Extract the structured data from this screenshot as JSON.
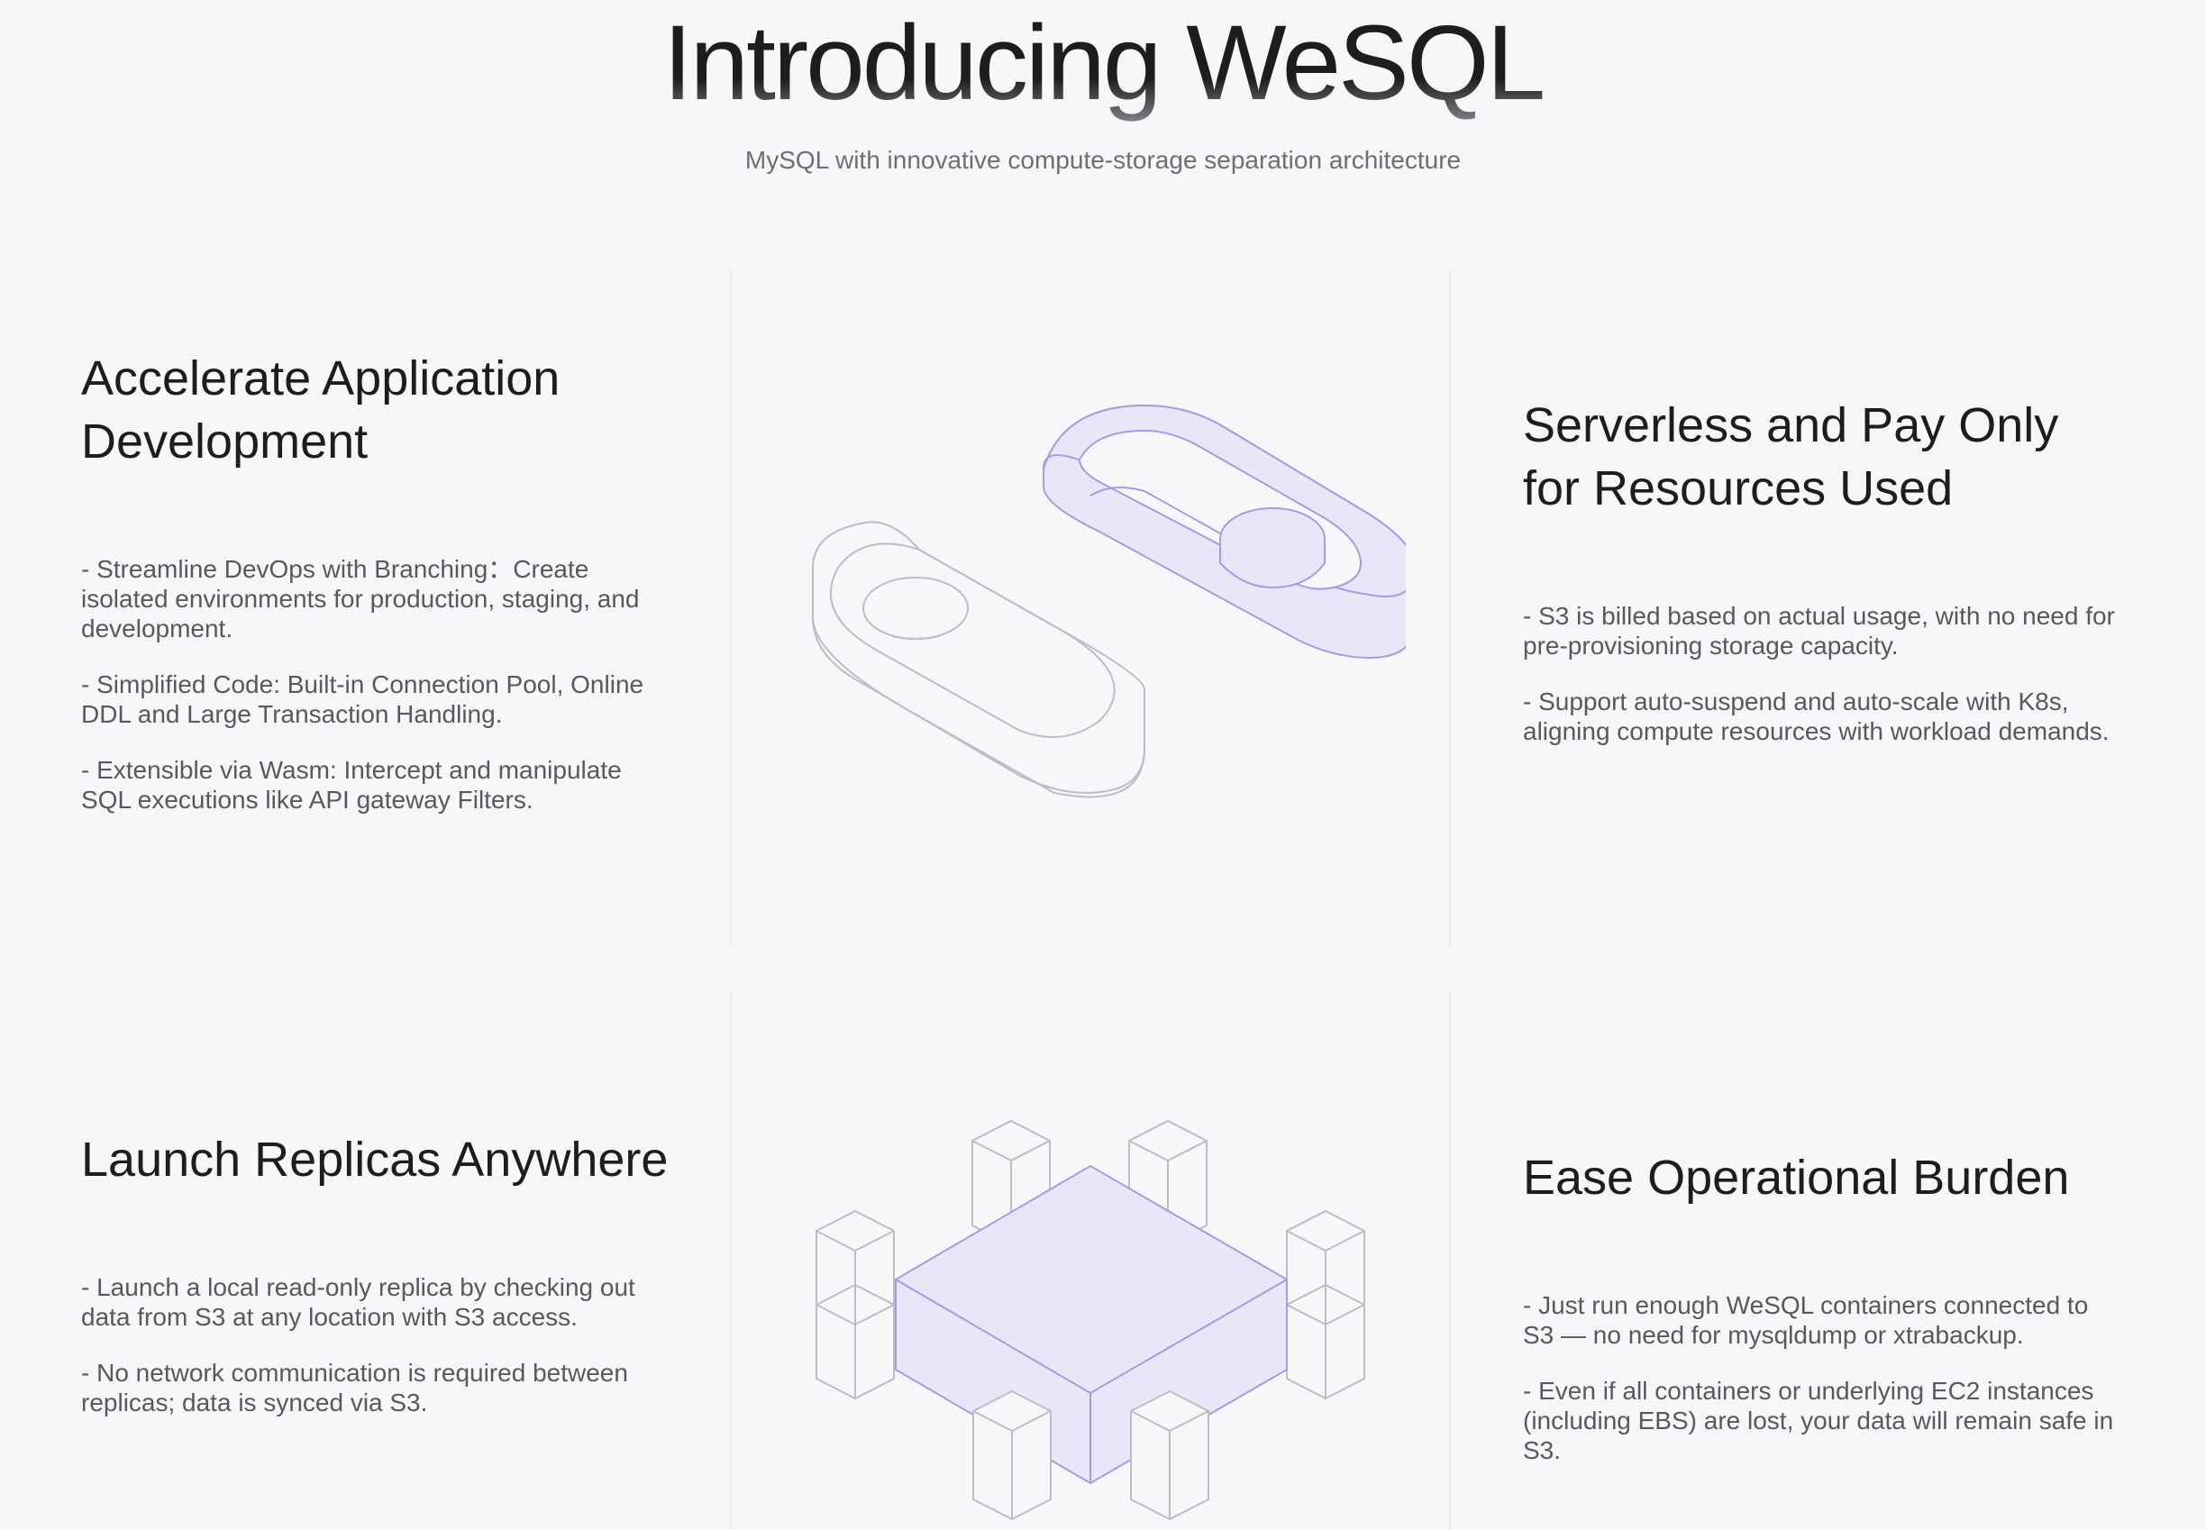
{
  "hero": {
    "title": "Introducing WeSQL",
    "subtitle": "MySQL with innovative compute-storage separation architecture"
  },
  "features": [
    {
      "title": "Accelerate Application Development",
      "points": [
        "- Streamline DevOps with Branching：Create isolated environments for production, staging, and development.",
        "- Simplified Code: Built-in Connection Pool, Online DDL and Large Transaction Handling.",
        "- Extensible via Wasm: Intercept and manipulate SQL executions like API gateway Filters."
      ]
    },
    {
      "title": "Serverless and Pay Only for Resources Used",
      "points": [
        "- S3 is billed based on actual usage, with no need for pre-provisioning storage capacity.",
        "- Support auto-suspend and auto-scale with K8s, aligning compute resources with workload demands."
      ]
    },
    {
      "title": "Launch Replicas Anywhere",
      "points": [
        "- Launch a local read-only replica by checking out data from S3 at any location with S3 access.",
        "- No network communication is required between replicas; data is synced via S3."
      ]
    },
    {
      "title": "Ease Operational Burden",
      "points": [
        "- Just run enough WeSQL containers connected to S3 — no need for mysqldump or xtrabackup.",
        "- Even if all containers or underlying EC2 instances (including EBS) are lost, your data will remain safe in S3."
      ]
    }
  ],
  "colors": {
    "accent_fill": "#e8e6f7",
    "accent_stroke": "#a49ce6",
    "outline_stroke": "#bdbdc2",
    "background": "#f6f7f9"
  },
  "illustrations": {
    "top": "toggle-pill-illustration",
    "bottom": "replica-cubes-illustration"
  }
}
